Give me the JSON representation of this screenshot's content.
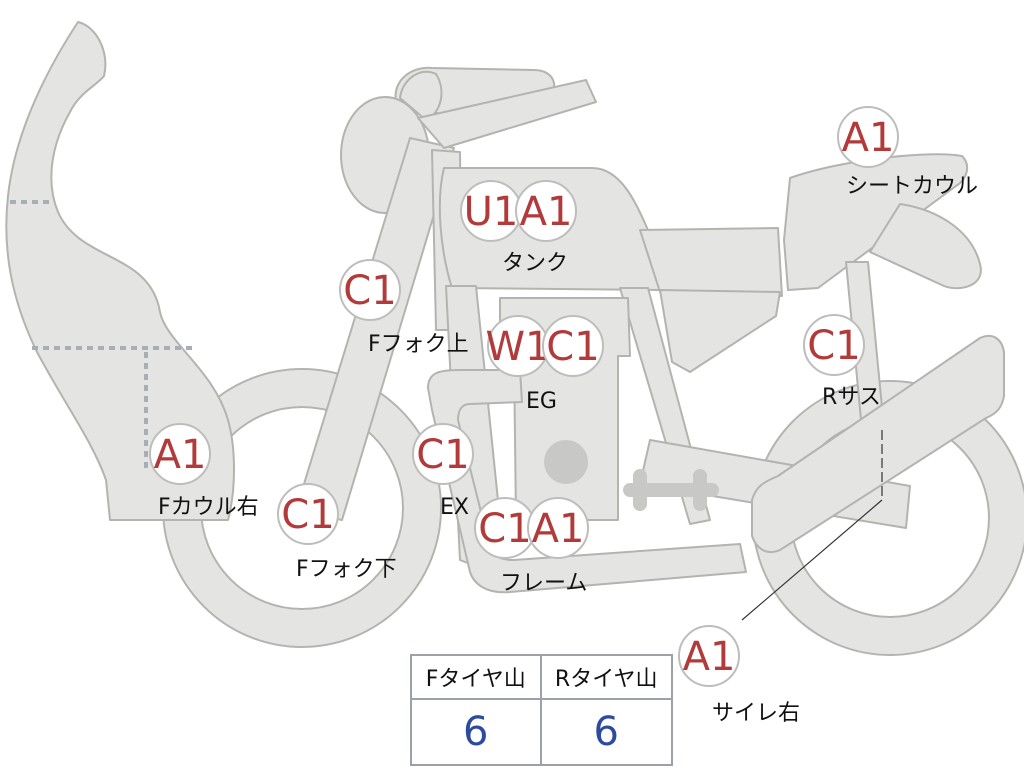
{
  "colors": {
    "body_fill": "#e4e4e2",
    "body_stroke": "#b3b3b0",
    "engine_dark": "#c8c8c6",
    "badge_text": "#b23a3a",
    "badge_border": "#bdbdbb",
    "dotted_line": "#a7aeb6",
    "value_text": "#2d4b9e"
  },
  "badges": [
    {
      "id": "tank-u1",
      "code": "U1"
    },
    {
      "id": "tank-a1",
      "code": "A1"
    },
    {
      "id": "seat-cowl-a1",
      "code": "A1"
    },
    {
      "id": "f-fork-upper-c1",
      "code": "C1"
    },
    {
      "id": "eg-w1",
      "code": "W1"
    },
    {
      "id": "eg-c1",
      "code": "C1"
    },
    {
      "id": "r-sus-c1",
      "code": "C1"
    },
    {
      "id": "f-cowl-right-a1",
      "code": "A1"
    },
    {
      "id": "ex-c1",
      "code": "C1"
    },
    {
      "id": "f-fork-lower-c1",
      "code": "C1"
    },
    {
      "id": "frame-c1",
      "code": "C1"
    },
    {
      "id": "frame-a1",
      "code": "A1"
    },
    {
      "id": "silencer-right-a1",
      "code": "A1"
    }
  ],
  "labels": {
    "tank": "タンク",
    "seat_cowl": "シートカウル",
    "f_fork_upper": "Fフォク上",
    "eg": "EG",
    "r_sus": "Rサス",
    "f_cowl_right": "Fカウル右",
    "ex": "EX",
    "f_fork_lower": "Fフォク下",
    "frame": "フレーム",
    "silencer_right": "サイレ右"
  },
  "tire_table": {
    "front_header": "Fタイヤ山",
    "rear_header": "Rタイヤ山",
    "front_value": "6",
    "rear_value": "6"
  }
}
